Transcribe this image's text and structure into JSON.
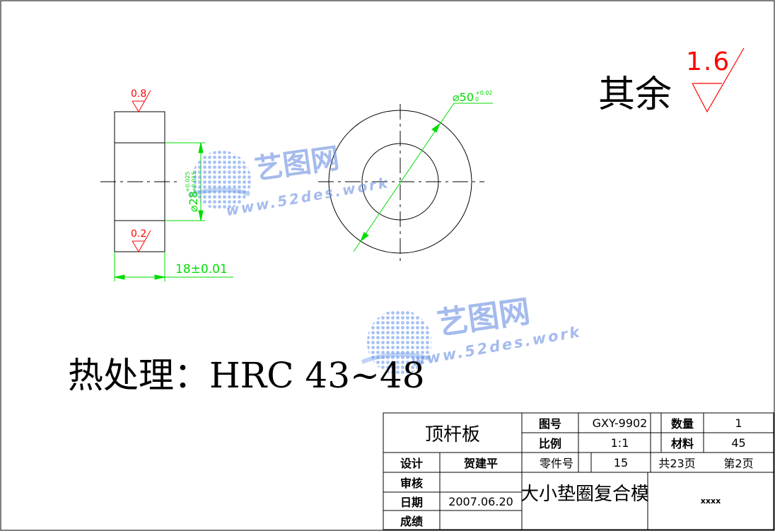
{
  "roughness": {
    "general_value": "1.6",
    "general_label": "其余",
    "top_face_value": "0.8",
    "bottom_face_value": "0.2"
  },
  "dimensions": {
    "width": "18±0.01",
    "outer_diameter": "⌀50",
    "outer_tol_upper": "+0.02",
    "outer_tol_lower": "0",
    "inner_diameter": "⌀28",
    "inner_tol_upper": "+0.025",
    "inner_tol_lower": "+0.015"
  },
  "heat_treatment": "热处理：HRC 43~48",
  "watermark": {
    "brand": "艺图网",
    "url": "www.52des.work"
  },
  "title_block": {
    "part_name": "顶杆板",
    "drawing_no_label": "图号",
    "drawing_no": "GXY-9902",
    "quantity_label": "数量",
    "quantity": "1",
    "scale_label": "比例",
    "scale": "1:1",
    "material_label": "材料",
    "material": "45",
    "designer_label": "设计",
    "designer": "贺建平",
    "part_no_label": "零件号",
    "part_no": "15",
    "total_pages": "共23页",
    "page_no": "第2页",
    "review_label": "审核",
    "date_label": "日期",
    "date": "2007.06.20",
    "project": "大小垫圈复合模",
    "grade_label": "成绩",
    "company": "xxxx"
  },
  "colors": {
    "line": "#000000",
    "dimension": "#00dd00",
    "roughness": "#ff0000",
    "watermark": "#3f6fd8"
  }
}
